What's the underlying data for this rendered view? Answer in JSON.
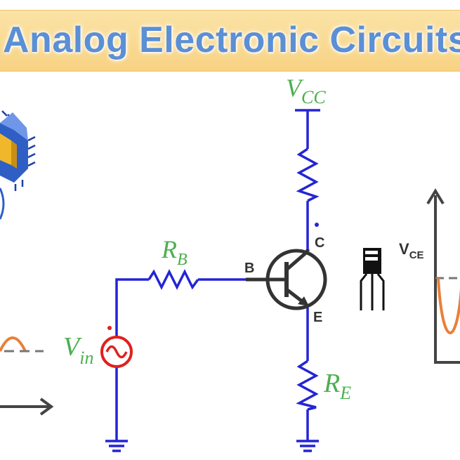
{
  "title": "Analog Electronic Circuits",
  "labels": {
    "vcc": {
      "main": "V",
      "sub": "CC"
    },
    "rb": {
      "main": "R",
      "sub": "B"
    },
    "re": {
      "main": "R",
      "sub": "E"
    },
    "vin": {
      "main": "V",
      "sub": "in"
    },
    "pin_b": "B",
    "pin_c": "C",
    "pin_e": "E",
    "vce": {
      "main": "V",
      "sub": "CE"
    }
  },
  "colors": {
    "wire": "#2424d6",
    "label": "#4caf50",
    "banner": "#f7d283",
    "title": "#5b8fd6",
    "source": "#e0201e",
    "waveform": "#e8803a",
    "transistor": "#333333"
  }
}
